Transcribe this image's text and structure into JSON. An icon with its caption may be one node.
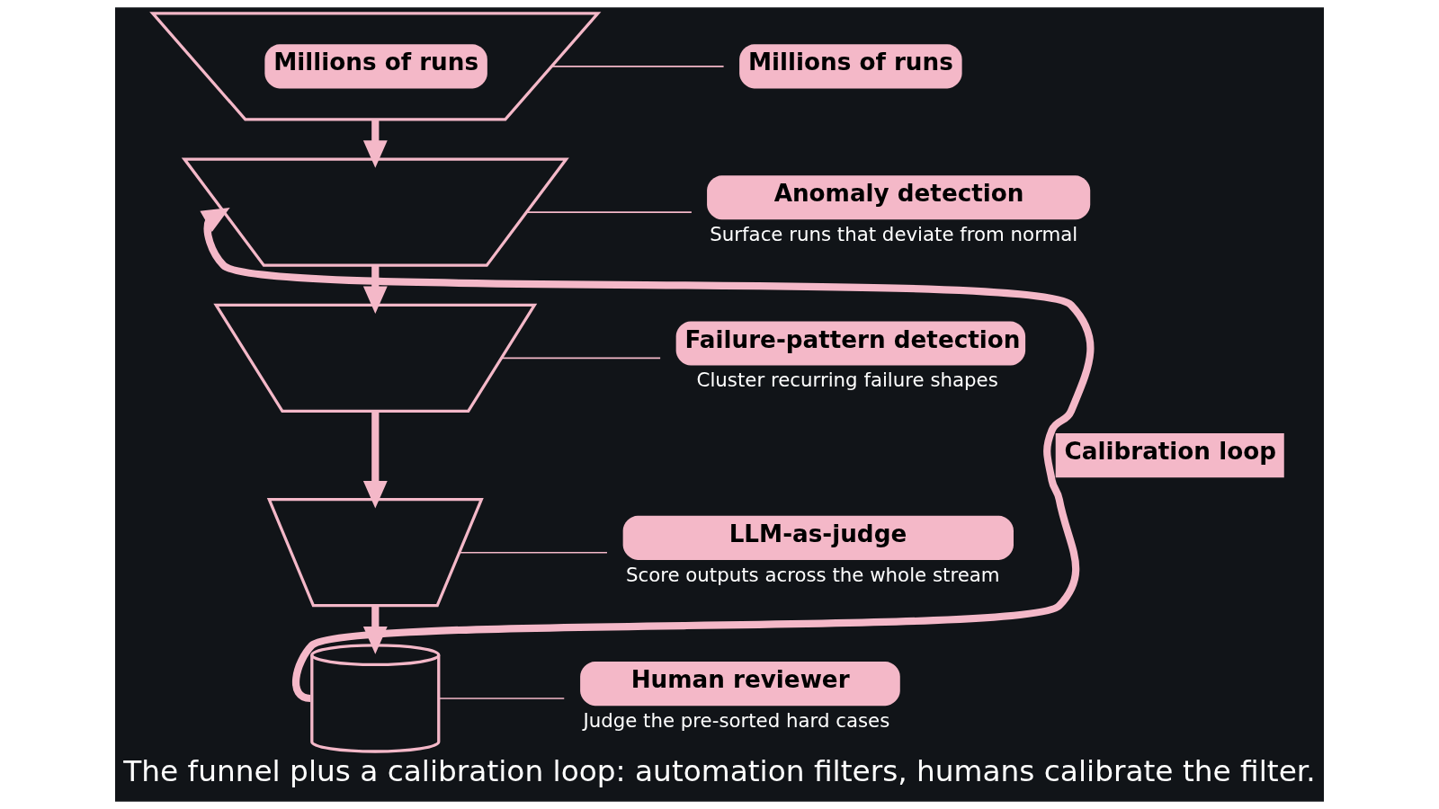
{
  "diagram": {
    "caption": "The funnel plus a calibration loop: automation filters, humans calibrate the filter.",
    "nodes": [
      {
        "text": [
          "Millions of runs"
        ]
      },
      {
        "text": [],
        "shape": "funnel"
      },
      {
        "text": [],
        "shape": "funnel"
      },
      {
        "text": [],
        "shape": "funnel"
      },
      {
        "text": [],
        "shape": "cylinder"
      },
      {
        "text": [
          "Millions of runs"
        ]
      },
      {
        "text": [
          "Anomaly detection"
        ],
        "beside": [
          "Surface runs that deviate from normal"
        ]
      },
      {
        "text": [
          "Failure-pattern detection"
        ],
        "beside": [
          "Cluster recurring failure shapes"
        ]
      },
      {
        "text": [
          "LLM-as-judge"
        ],
        "beside": [
          "Score outputs across the whole stream"
        ]
      },
      {
        "text": [
          "Human reviewer"
        ],
        "beside": [
          "Judge the pre-sorted hard cases"
        ]
      }
    ],
    "edges": [
      {
        "from": 0,
        "to": 1,
        "arrow": "to",
        "style": "thick"
      },
      {
        "from": 1,
        "to": 2,
        "arrow": "to",
        "style": "thick"
      },
      {
        "from": 2,
        "to": 3,
        "arrow": "to",
        "style": "thick"
      },
      {
        "from": 3,
        "to": 4,
        "arrow": "to",
        "style": "thick"
      },
      {
        "from": 0,
        "to": 5,
        "arrow": "none"
      },
      {
        "from": 1,
        "to": 6,
        "arrow": "none"
      },
      {
        "from": 2,
        "to": 7,
        "arrow": "none"
      },
      {
        "from": 3,
        "to": 8,
        "arrow": "none"
      },
      {
        "from": 4,
        "to": 9,
        "arrow": "none"
      },
      {
        "from": 4,
        "to": 1,
        "arrow": "to",
        "style": "thick",
        "label": "Calibration loop"
      }
    ]
  }
}
